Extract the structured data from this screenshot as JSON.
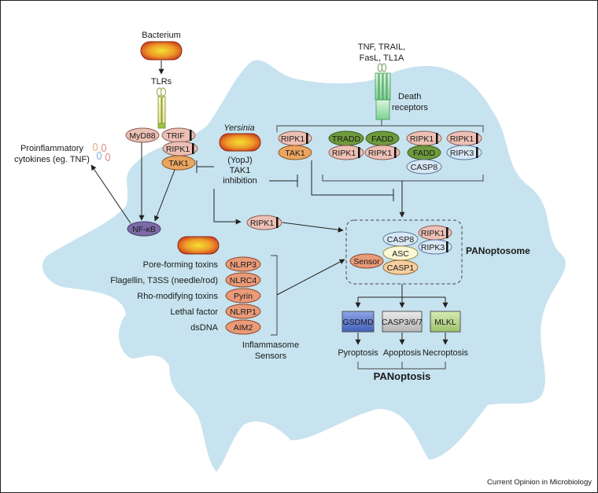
{
  "colors": {
    "cell": "#c7e3ef",
    "pink": "#edc0b5",
    "orange": "#eba561",
    "green": "#6f9a3d",
    "lightblue": "#d8e7f4",
    "nfkb": "#7b6aa6",
    "bacterium_center": "#f2e232",
    "bacterium_edge": "#c9361d"
  },
  "labels": {
    "bacterium": "Bacterium",
    "tlrs": "TLRs",
    "proinflammatory_1": "Proinflammatory",
    "proinflammatory_2": "cytokines (eg. TNF)",
    "nfkb": "NF-κB",
    "yersinia": "Yersinia",
    "yopj_1": "(YopJ)",
    "yopj_2": "TAK1",
    "yopj_3": "inhibition",
    "tnf_1": "TNF, TRAIL,",
    "tnf_2": "FasL, TL1A",
    "death_1": "Death",
    "death_2": "receptors",
    "panoptosome": "PANoptosome",
    "panoptosis": "PANoptosis",
    "inflammasome_1": "Inflammasome",
    "inflammasome_2": "Sensors",
    "footer": "Current Opinion in Microbiology"
  },
  "proteins": {
    "myd88": "MyD88",
    "trif": "TRIF",
    "ripk1": "RIPK1",
    "tak1": "TAK1",
    "tradd": "TRADD",
    "fadd": "FADD",
    "casp8": "CASP8",
    "ripk3": "RIPK3",
    "asc": "ASC",
    "sensor": "Sensor",
    "casp1": "CASP1"
  },
  "inflammasomes": [
    {
      "trigger": "Pore-forming toxins",
      "sensor": "NLRP3"
    },
    {
      "trigger": "Flagellin, T3SS (needle/rod)",
      "sensor": "NLRC4"
    },
    {
      "trigger": "Rho-modifying toxins",
      "sensor": "Pyrin"
    },
    {
      "trigger": "Lethal factor",
      "sensor": "NLRP1"
    },
    {
      "trigger": "dsDNA",
      "sensor": "AIM2"
    }
  ],
  "executioners": [
    {
      "protein": "GSDMD",
      "outcome": "Pyroptosis",
      "color": "#4f6fc4"
    },
    {
      "protein": "CASP3/6/7",
      "outcome": "Apoptosis",
      "color": "#c6c6c6"
    },
    {
      "protein": "MLKL",
      "outcome": "Necroptosis",
      "color": "#b9d98e"
    }
  ]
}
